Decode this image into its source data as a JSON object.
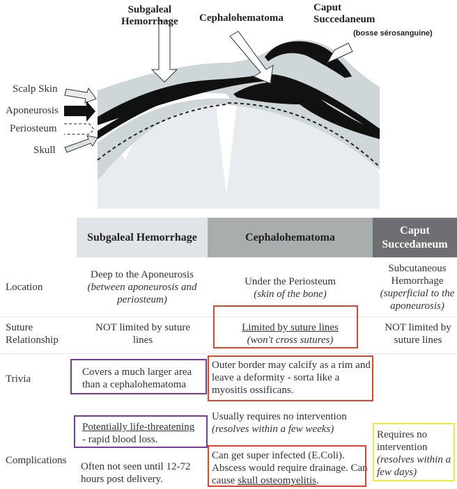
{
  "diagram": {
    "labels": {
      "subgaleal": [
        "Subgaleal",
        "Hemorrhage"
      ],
      "cephalo": "Cephalohematoma",
      "caput": [
        "Caput",
        "Succedaneum"
      ],
      "bosse": "(bosse sérosanguine)"
    },
    "layers": [
      "Scalp Skin",
      "Aponeurosis",
      "Periosteum",
      "Skull"
    ]
  },
  "table": {
    "headers": [
      "Subgaleal Hemorrhage",
      "Cephalohematoma",
      "Caput Succedaneum"
    ],
    "header_colors": [
      "#dfe4e6",
      "#a9adad",
      "#6f6f73"
    ],
    "rows": {
      "location": {
        "label": "Location",
        "subgaleal": "Deep to the Aponeurosis",
        "subgaleal_note": "(between aponeurosis and periosteum)",
        "cephalo": "Under the Periosteum",
        "cephalo_note": "(skin of the bone)",
        "caput": "Subcutaneous Hemorrhage",
        "caput_note": "(superficial to the aponeurosis)"
      },
      "suture": {
        "label": [
          "Suture",
          "Relationship"
        ],
        "subgaleal": "NOT limited by suture lines",
        "cephalo": "Limited by suture lines",
        "cephalo_note": "(won't cross sutures)",
        "caput": "NOT limited by suture lines"
      },
      "trivia": {
        "label": "Trivia",
        "subgaleal": "Covers a much larger area than a cephalohematoma",
        "cephalo": "Outer border may calcify as a rim and leave a deformity - sorta like a myositis ossificans."
      },
      "complications": {
        "label": "Complications",
        "subgaleal_1_u": "Potentially life-threatening",
        "subgaleal_1": "- rapid blood loss.",
        "subgaleal_2": "Often not seen until 12-72 hours post delivery.",
        "cephalo_1": "Usually requires no intervention",
        "cephalo_1_note": "(resolves within a few weeks)",
        "cephalo_2": "Can get super infected (E.Coli). Abscess would require drainage. Can cause",
        "cephalo_2_u": "skull osteomyelitis",
        "cephalo_2_end": ".",
        "caput": "Requires no intervention",
        "caput_note": "(resolves within a few days)"
      }
    }
  },
  "annotation_colors": {
    "red": "#e8412e",
    "purple": "#7a3a96",
    "yellow": "#f2ea3a"
  }
}
